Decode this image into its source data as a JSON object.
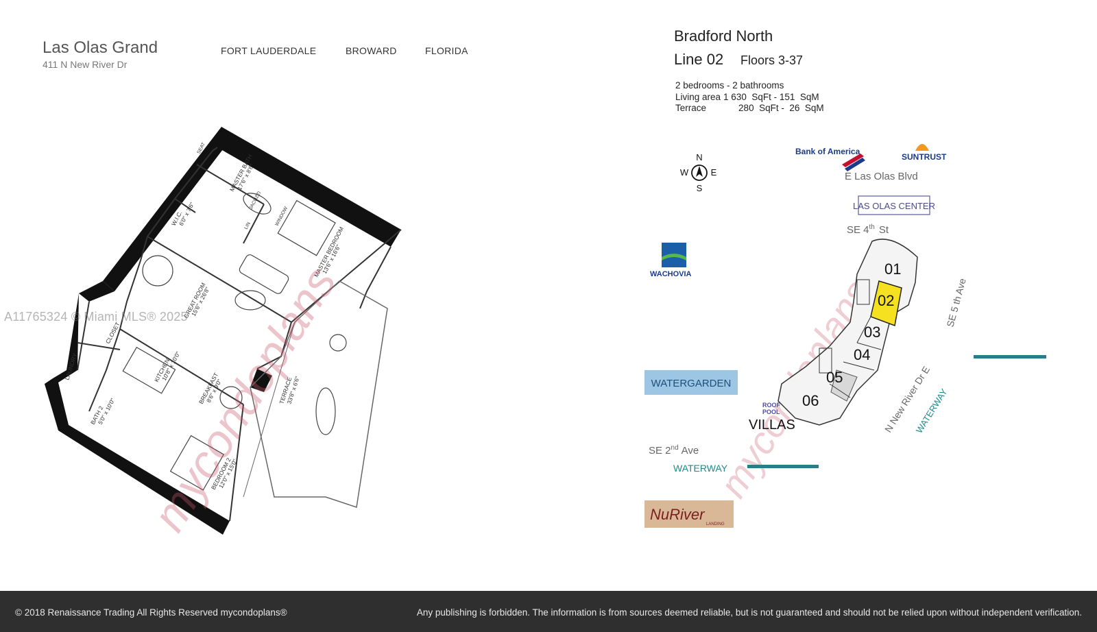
{
  "header": {
    "building_name": "Las Olas Grand",
    "address": "411 N New River Dr",
    "city": "FORT LAUDERDALE",
    "county": "BROWARD",
    "state": "FLORIDA"
  },
  "unit": {
    "tower": "Bradford North",
    "line": "Line 02",
    "floors": "Floors 3-37",
    "bedrooms": "2 bedrooms - 2 bathrooms",
    "living_label": "Living area",
    "living_value": "1 630  SqFt - 151  SqM",
    "terrace_label": "Terrace",
    "terrace_value": "280  SqFt -  26  SqM"
  },
  "floorplan_labels": {
    "master_bath": "MASTER BATH",
    "master_bath_dim": "17'6\" x 8'6\"",
    "master_bedroom": "MASTER BEDROOM",
    "master_bedroom_dim": "13'6\" x 16'6\"",
    "wic": "W.I.C.",
    "wic_dim": "6'0\" x 7'6\"",
    "great_room": "GREAT ROOM",
    "great_room_dim": "15'6\" x 26'8\"",
    "kitchen": "KITCHEN",
    "kitchen_dim": "10'8\" x 10'0\"",
    "breakfast": "BREAKFAST",
    "breakfast_dim": "8'6\" x 9'0\"",
    "terrace": "TERRACE",
    "terrace_dim": "33'8\" x 6'6\"",
    "bedroom2": "BEDROOM 2",
    "bedroom2_dim": "12'0\" x 15'0\"",
    "bath2": "BATH 2",
    "bath2_dim": "5'0\" x 10'0\"",
    "laundry": "LAUNDRY",
    "closet": "CLOSET",
    "jacuzzi": "JACUZZI",
    "window": "WINDOW",
    "seat": "SEAT",
    "lin": "LIN"
  },
  "map": {
    "compass": {
      "n": "N",
      "s": "S",
      "e": "E",
      "w": "W"
    },
    "bank_of_america": "Bank of America",
    "suntrust": "SUNTRUST",
    "e_las_olas": "E Las Olas Blvd",
    "las_olas_center": "LAS OLAS CENTER",
    "se_4th_prefix": "SE 4",
    "se_4th_sup": "th",
    "se_4th_suffix": "St",
    "wachovia": "WACHOVIA",
    "se_5th": "SE 5 th Ave",
    "water_garden": "WATERGARDEN",
    "roof_pool_1": "ROOF",
    "roof_pool_2": "POOL",
    "villas": "VILLAS",
    "se_2nd_prefix": "SE 2",
    "se_2nd_sup": "nd",
    "se_2nd_suffix": "Ave",
    "waterway": "WATERWAY",
    "n_new_river": "N New River Dr E",
    "waterway_diag": "WATERWAY",
    "nuriver": "NuRiver",
    "nuriver_sub": "LANDING",
    "units": [
      "01",
      "02",
      "03",
      "04",
      "05",
      "06"
    ],
    "highlight_unit": "02",
    "highlight_color": "#f5e11f"
  },
  "watermark": {
    "mls": "A11765324 © Miami MLS® 2025",
    "brand": "mycondoplans"
  },
  "footer": {
    "copyright": "© 2018  Renaissance Trading  All Rights Reserved  mycondoplans®",
    "disclaimer": "Any publishing is forbidden.  The information is from sources deemed reliable, but is not guaranteed and should not be relied upon without independent verification."
  }
}
